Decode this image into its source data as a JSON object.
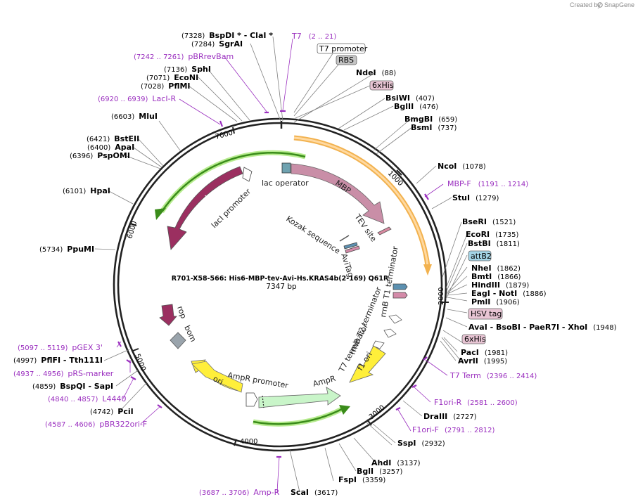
{
  "watermark": {
    "prefix": "Created by",
    "brand": "SnapGene"
  },
  "map": {
    "title": "R701-X58-566: His6-MBP-tev-Avi-Hs.KRAS4b(2-169) Q61R",
    "length": "7347 bp"
  },
  "ticks": [
    "1000",
    "2000",
    "3000",
    "4000",
    "5000",
    "6000",
    "7000"
  ],
  "features": {
    "laci": "lacI",
    "laci_promoter": "lacI promoter",
    "lac_operator": "lac operator",
    "mbp": "MBP",
    "tev": "TEV site",
    "kozak": "Kozak sequence",
    "avitag": "AviTag",
    "rrnb_t1": "rrnB T1 terminator",
    "rrnb_t2": "rrnB T2 terminator",
    "t7_term": "T7 terminator",
    "f1_ori": "f1 ori",
    "ampr": "AmpR",
    "ampr_promoter": "AmpR promoter",
    "ori": "ori",
    "rop": "rop",
    "bom": "bom"
  },
  "labels": {
    "bspdi": {
      "pos": "(7328)",
      "name": "BspDI *  - ClaI *"
    },
    "sgrai": {
      "pos": "(7284)",
      "name": "SgrAI"
    },
    "pbrrevbam": {
      "pos": "(7242 .. 7261)",
      "name": "pBRrevBam"
    },
    "sphi": {
      "pos": "(7136)",
      "name": "SphI"
    },
    "econi": {
      "pos": "(7071)",
      "name": "EcoNI"
    },
    "pflmi": {
      "pos": "(7028)",
      "name": "PflMI"
    },
    "laci_r": {
      "pos": "(6920 .. 6939)",
      "name": "LacI-R"
    },
    "mlui": {
      "pos": "(6603)",
      "name": "MluI"
    },
    "bsteii": {
      "pos": "(6421)",
      "name": "BstEII"
    },
    "apai": {
      "pos": "(6400)",
      "name": "ApaI"
    },
    "pspomi": {
      "pos": "(6396)",
      "name": "PspOMI"
    },
    "hpai": {
      "pos": "(6101)",
      "name": "HpaI"
    },
    "ppumi": {
      "pos": "(5734)",
      "name": "PpuMI"
    },
    "pgex3": {
      "pos": "(5097 .. 5119)",
      "name": "pGEX 3'"
    },
    "pfifi": {
      "pos": "(4997)",
      "name": "PflFI  - Tth111I"
    },
    "prs": {
      "pos": "(4937 .. 4956)",
      "name": "pRS-marker"
    },
    "bspqi": {
      "pos": "(4859)",
      "name": "BspQI  - SapI"
    },
    "l4440": {
      "pos": "(4840 .. 4857)",
      "name": "L4440"
    },
    "pcii": {
      "pos": "(4742)",
      "name": "PciI"
    },
    "pbr322": {
      "pos": "(4587 .. 4606)",
      "name": "pBR322ori-F"
    },
    "ampr_primer": {
      "pos": "(3687 .. 3706)",
      "name": "Amp-R"
    },
    "scai": {
      "name": "ScaI",
      "pos": "(3617)"
    },
    "fspi": {
      "name": "FspI",
      "pos": "(3359)"
    },
    "bgli": {
      "name": "BglI",
      "pos": "(3257)"
    },
    "ahdi": {
      "name": "AhdI",
      "pos": "(3137)"
    },
    "sspi": {
      "name": "SspI",
      "pos": "(2932)"
    },
    "f1orif": {
      "name": "F1ori-F",
      "pos": "(2791 .. 2812)"
    },
    "drai": {
      "name": "DraIII",
      "pos": "(2727)"
    },
    "f1orir": {
      "name": "F1ori-R",
      "pos": "(2581 .. 2600)"
    },
    "t7term": {
      "name": "T7 Term",
      "pos": "(2396 .. 2414)"
    },
    "avrii": {
      "name": "AvrII",
      "pos": "(1995)"
    },
    "paci": {
      "name": "PacI",
      "pos": "(1981)"
    },
    "avai": {
      "name": "AvaI   - BsoBI  - PaeR7I   - XhoI",
      "pos": "(1948)"
    },
    "pmli": {
      "name": "PmlI",
      "pos": "(1906)"
    },
    "eagi": {
      "name": "EagI  - NotI",
      "pos": "(1886)"
    },
    "hindiii": {
      "name": "HindIII",
      "pos": "(1879)"
    },
    "bmti": {
      "name": "BmtI",
      "pos": "(1866)"
    },
    "nhei": {
      "name": "NheI",
      "pos": "(1862)"
    },
    "bstbi": {
      "name": "BstBI",
      "pos": "(1811)"
    },
    "ecori": {
      "name": "EcoRI",
      "pos": "(1735)"
    },
    "bseri": {
      "name": "BseRI",
      "pos": "(1521)"
    },
    "stui": {
      "name": "StuI",
      "pos": "(1279)"
    },
    "mbpf": {
      "name": "MBP-F",
      "pos": "(1191 .. 1214)"
    },
    "ncoi": {
      "name": "NcoI",
      "pos": "(1078)"
    },
    "bsmi": {
      "name": "BsmI",
      "pos": "(737)"
    },
    "bmgbi": {
      "name": "BmgBI",
      "pos": "(659)"
    },
    "bglii": {
      "name": "BglII",
      "pos": "(476)"
    },
    "bsiwi": {
      "name": "BsiWI",
      "pos": "(407)"
    },
    "ndei": {
      "name": "NdeI",
      "pos": "(88)"
    },
    "t7": {
      "name": "T7",
      "pos": "(2 .. 21)"
    }
  },
  "boxes": {
    "t7_promoter": "T7 promoter",
    "rbs": "RBS",
    "his6_top": "6xHis",
    "attb2": "attB2",
    "hsv": "HSV tag",
    "his6_bottom": "6xHis"
  },
  "colors": {
    "backbone": "#222222",
    "primer": "#9a2ebf",
    "laci": "#9b2f60",
    "mbp": "#c98ea7",
    "ampr": "#c9f5c9",
    "ori": "#ffef3a",
    "orf_outline": "#f2b24f",
    "orf_fill": "#ffd9a0",
    "green_arc": "#3a8c1a",
    "green_arc_glow": "#b7ec8f",
    "bom": "#9aa4ac",
    "attb2_box": "#a4d4e6",
    "hsv_box": "#e8c5d4"
  }
}
